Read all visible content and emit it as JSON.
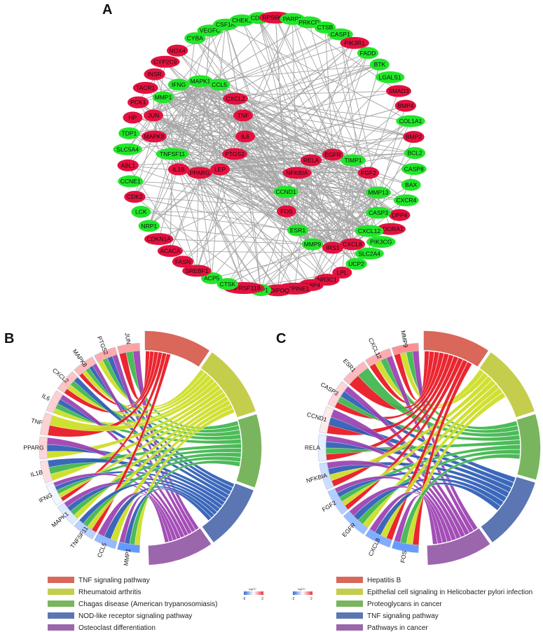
{
  "panels": {
    "a": "A",
    "b": "B",
    "c": "C"
  },
  "network": {
    "colors": {
      "up": "#e4113f",
      "down": "#22e62a",
      "edge": "#a6a6a6"
    },
    "hub_nodes": [
      {
        "id": "MAPK1",
        "color": "down"
      },
      {
        "id": "IFNG",
        "color": "down"
      },
      {
        "id": "CCL5",
        "color": "down"
      },
      {
        "id": "CXCL2",
        "color": "up"
      },
      {
        "id": "MMP1",
        "color": "down"
      },
      {
        "id": "JUN",
        "color": "up"
      },
      {
        "id": "TNF",
        "color": "up"
      },
      {
        "id": "MAPK8",
        "color": "up"
      },
      {
        "id": "IL6",
        "color": "up"
      },
      {
        "id": "TNFSF11",
        "color": "down"
      },
      {
        "id": "PTGS2",
        "color": "up"
      },
      {
        "id": "IL1B",
        "color": "up"
      },
      {
        "id": "PPARG",
        "color": "up"
      },
      {
        "id": "LEP",
        "color": "up"
      },
      {
        "id": "EGFR",
        "color": "up"
      },
      {
        "id": "TIMP1",
        "color": "down"
      },
      {
        "id": "RELA",
        "color": "up"
      },
      {
        "id": "NFKBIA",
        "color": "up"
      },
      {
        "id": "FGF2",
        "color": "up"
      },
      {
        "id": "CCND1",
        "color": "down"
      },
      {
        "id": "MMP13",
        "color": "down"
      },
      {
        "id": "FOS",
        "color": "up"
      },
      {
        "id": "CASP3",
        "color": "down"
      },
      {
        "id": "ESR1",
        "color": "down"
      },
      {
        "id": "CXCL12",
        "color": "down"
      },
      {
        "id": "MMP9",
        "color": "down"
      },
      {
        "id": "IRS1",
        "color": "up"
      },
      {
        "id": "CXCL8",
        "color": "up"
      }
    ],
    "ring_nodes": [
      {
        "id": "CYBA",
        "color": "down"
      },
      {
        "id": "VEGFC",
        "color": "down"
      },
      {
        "id": "CSF1R",
        "color": "down"
      },
      {
        "id": "CHEK1",
        "color": "down"
      },
      {
        "id": "CDK1",
        "color": "down"
      },
      {
        "id": "RPS6KB1",
        "color": "up"
      },
      {
        "id": "PARP1",
        "color": "down"
      },
      {
        "id": "PRKCD",
        "color": "down"
      },
      {
        "id": "CTSB",
        "color": "down"
      },
      {
        "id": "CASP1",
        "color": "down"
      },
      {
        "id": "PIK3R1",
        "color": "up"
      },
      {
        "id": "FADD",
        "color": "down"
      },
      {
        "id": "BTK",
        "color": "down"
      },
      {
        "id": "LGALS1",
        "color": "down"
      },
      {
        "id": "SMAD3",
        "color": "up"
      },
      {
        "id": "BMP4",
        "color": "up"
      },
      {
        "id": "COL1A1",
        "color": "down"
      },
      {
        "id": "BMP2",
        "color": "up"
      },
      {
        "id": "BCL2",
        "color": "down"
      },
      {
        "id": "CASP8",
        "color": "down"
      },
      {
        "id": "BAX",
        "color": "down"
      },
      {
        "id": "CXCR4",
        "color": "down"
      },
      {
        "id": "DPP4",
        "color": "up"
      },
      {
        "id": "ADORA1",
        "color": "up"
      },
      {
        "id": "PIK3CG",
        "color": "down"
      },
      {
        "id": "SLC2A4",
        "color": "down"
      },
      {
        "id": "UCP2",
        "color": "down"
      },
      {
        "id": "LPL",
        "color": "up"
      },
      {
        "id": "NR3C1",
        "color": "up"
      },
      {
        "id": "FABP4",
        "color": "up"
      },
      {
        "id": "SERPINE1",
        "color": "up"
      },
      {
        "id": "ADIPOQ",
        "color": "up"
      },
      {
        "id": "SPP1",
        "color": "down"
      },
      {
        "id": "TNFRSF11B",
        "color": "up"
      },
      {
        "id": "CTSK",
        "color": "down"
      },
      {
        "id": "ACP5",
        "color": "down"
      },
      {
        "id": "SREBF1",
        "color": "up"
      },
      {
        "id": "FASN",
        "color": "up"
      },
      {
        "id": "ACACA",
        "color": "up"
      },
      {
        "id": "CDKN1A",
        "color": "up"
      },
      {
        "id": "NRP1",
        "color": "down"
      },
      {
        "id": "LCK",
        "color": "down"
      },
      {
        "id": "CDK2",
        "color": "up"
      },
      {
        "id": "CCNE1",
        "color": "down"
      },
      {
        "id": "ABL1",
        "color": "up"
      },
      {
        "id": "SLC5A4",
        "color": "down"
      },
      {
        "id": "TDP1",
        "color": "down"
      },
      {
        "id": "HP",
        "color": "up"
      },
      {
        "id": "PCK1",
        "color": "up"
      },
      {
        "id": "TACR1",
        "color": "up"
      },
      {
        "id": "INSR",
        "color": "up"
      },
      {
        "id": "CYP2C9",
        "color": "up"
      },
      {
        "id": "NOX4",
        "color": "up"
      }
    ]
  },
  "chord_b": {
    "genes": [
      {
        "id": "JUN",
        "fc": 2.0
      },
      {
        "id": "PTGS2",
        "fc": 1.8
      },
      {
        "id": "MAPK8",
        "fc": 1.5
      },
      {
        "id": "CXCL2",
        "fc": 1.3
      },
      {
        "id": "IL6",
        "fc": 1.0
      },
      {
        "id": "TNF",
        "fc": 1.0
      },
      {
        "id": "PPARG",
        "fc": 0.9
      },
      {
        "id": "IL1B",
        "fc": 0.7
      },
      {
        "id": "IFNG",
        "fc": -0.5
      },
      {
        "id": "MAPK1",
        "fc": -1.2
      },
      {
        "id": "TNFSF11",
        "fc": -2.5
      },
      {
        "id": "CCL5",
        "fc": -3.8
      },
      {
        "id": "MMP1",
        "fc": -5.5
      }
    ],
    "pathways": [
      {
        "name": "TNF signaling pathway",
        "color": "#d9675a"
      },
      {
        "name": "Rheumatoid arthritis",
        "color": "#c5cd4c"
      },
      {
        "name": "Chagas disease (American trypanosomiasis)",
        "color": "#79b55e"
      },
      {
        "name": "NOD-like receptor signaling pathway",
        "color": "#5b76b2"
      },
      {
        "name": "Osteoclast differentiation",
        "color": "#9c66ad"
      }
    ],
    "scale": {
      "title": "logFC",
      "min": "-6",
      "max": "3"
    }
  },
  "chord_c": {
    "genes": [
      {
        "id": "MMP9",
        "fc": 1.6
      },
      {
        "id": "CXCL12",
        "fc": 1.2
      },
      {
        "id": "ESR1",
        "fc": 1.0
      },
      {
        "id": "CASP3",
        "fc": 0.6
      },
      {
        "id": "CCND1",
        "fc": 0.3
      },
      {
        "id": "RELA",
        "fc": -0.3
      },
      {
        "id": "NFKBIA",
        "fc": -0.6
      },
      {
        "id": "FGF2",
        "fc": -0.9
      },
      {
        "id": "EGFR",
        "fc": -1.2
      },
      {
        "id": "CXCL8",
        "fc": -1.5
      },
      {
        "id": "FOS",
        "fc": -1.8
      }
    ],
    "pathways": [
      {
        "name": "Hepatitis B",
        "color": "#d9675a"
      },
      {
        "name": "Epithelial cell signaling in Helicobacter pylori infection",
        "color": "#c5cd4c"
      },
      {
        "name": "Proteoglycans in cancer",
        "color": "#79b55e"
      },
      {
        "name": "TNF signaling pathway",
        "color": "#5b76b2"
      },
      {
        "name": "Pathways in cancer",
        "color": "#9c66ad"
      }
    ],
    "scale": {
      "title": "logFC",
      "min": "-2",
      "max": "2"
    }
  },
  "ribbon_palette": {
    "red": "#e8141e",
    "yellow": "#ccdd22",
    "green": "#3db54a",
    "blue": "#2b5bb5",
    "purple": "#9b3fb0"
  }
}
